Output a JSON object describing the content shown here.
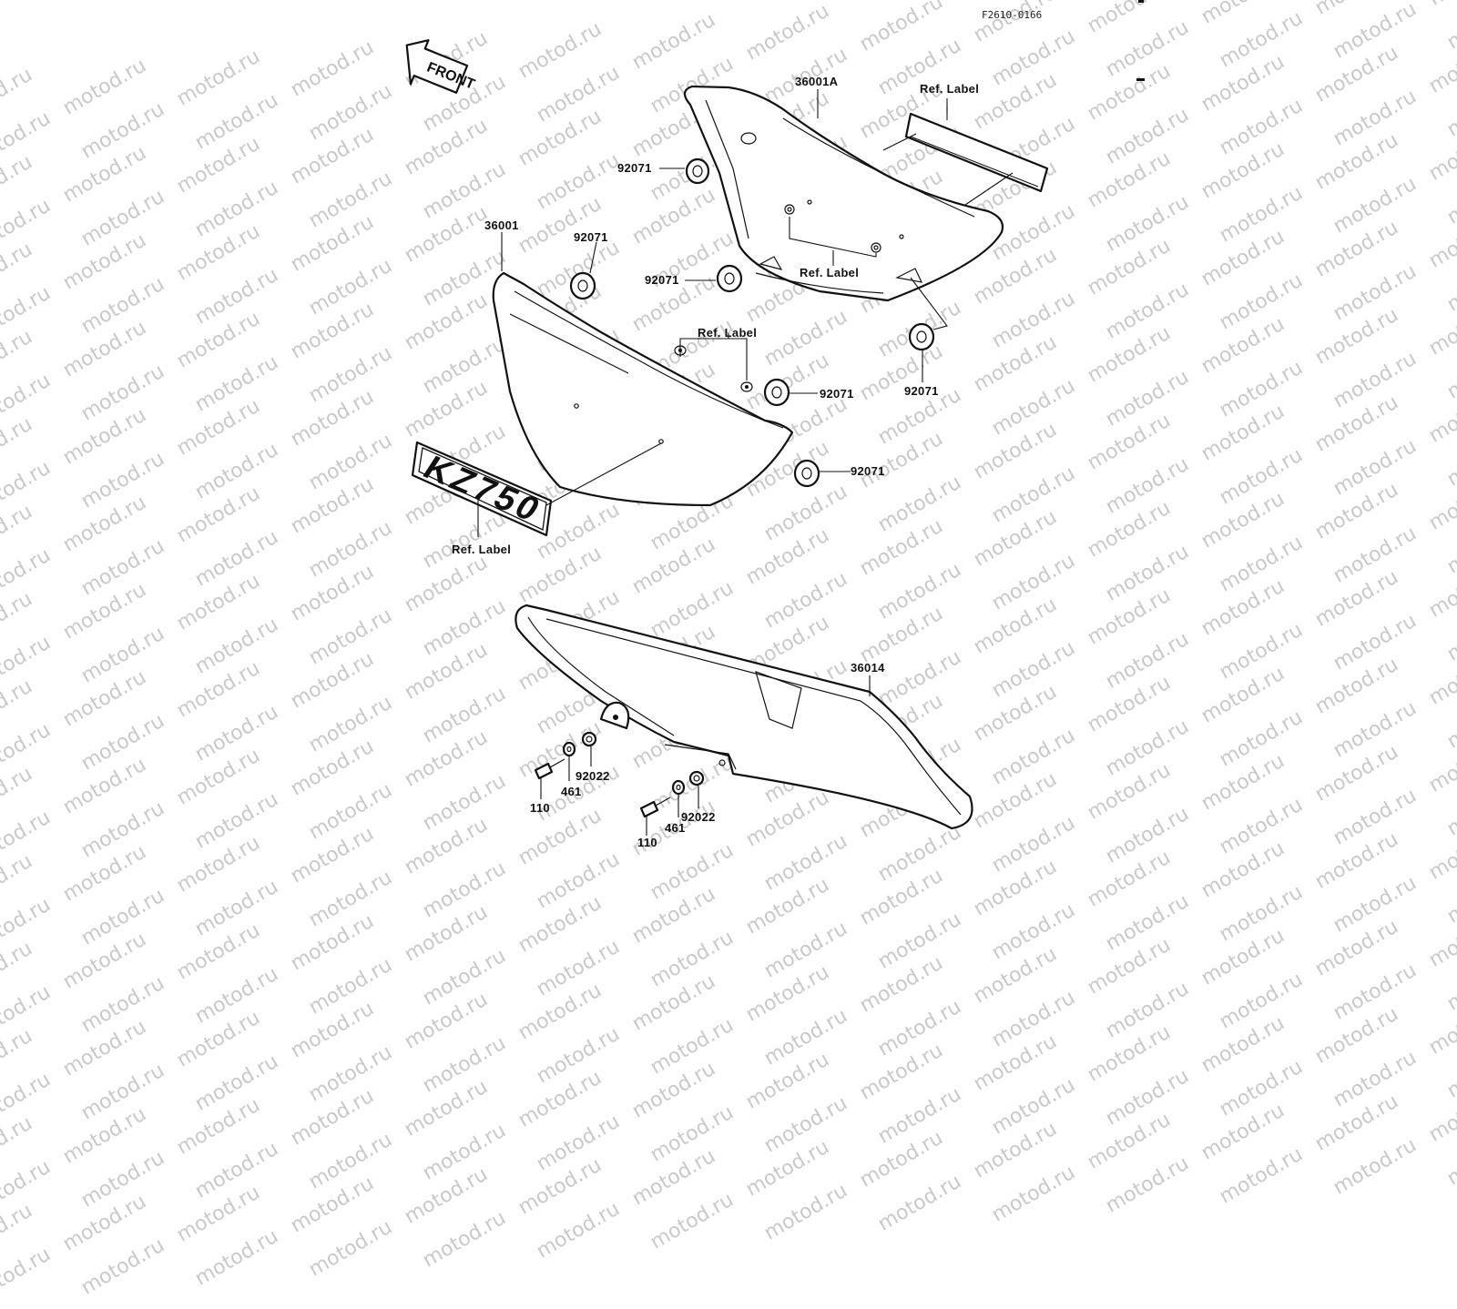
{
  "diagram": {
    "code": "F2610-0166",
    "front_label": "FRONT",
    "watermark": "motod.ru",
    "emblem_text": "KZ750",
    "labels": {
      "p36001A": "36001A",
      "ref_top": "Ref. Label",
      "g1": "92071",
      "p36001": "36001",
      "g2": "92071",
      "g3": "92071",
      "ref_mid_right": "Ref. Label",
      "ref_mid_left": "Ref. Label",
      "g4": "92071",
      "g5": "92071",
      "g6": "92071",
      "ref_bottom": "Ref. Label",
      "p36014": "36014",
      "b1": "110",
      "w1": "461",
      "c1": "92022",
      "b2": "110",
      "w2": "461",
      "c2": "92022"
    }
  }
}
